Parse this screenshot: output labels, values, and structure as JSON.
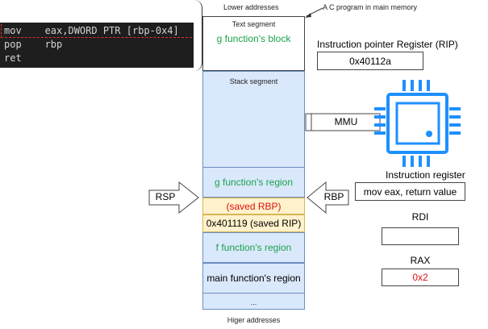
{
  "code_lines": [
    "mov    eax,DWORD PTR [rbp-0x4]",
    "pop    rbp",
    "ret"
  ],
  "labels": {
    "lower_addresses": "Lower addresses",
    "c_program": "A C program in main memory",
    "text_segment": "Text segment",
    "g_block": "g function's block",
    "stack_segment": "Stack segment",
    "higher_addresses": "Higer addresses",
    "ellipsis": "..."
  },
  "stack_regions": {
    "g_region": "g function's region",
    "saved_rbp": "(saved RBP)",
    "saved_rip": "0x401119 (saved RIP)",
    "f_region": "f function's region",
    "main_region": "main function's region"
  },
  "pointers": {
    "rsp": "RSP",
    "rbp": "RBP"
  },
  "mmu": "MMU",
  "registers": {
    "rip_label": "Instruction pointer Register (RIP)",
    "rip_value": "0x40112a",
    "ir_label": "Instruction register",
    "ir_value": "mov  eax, return value",
    "rdi_label": "RDI",
    "rdi_value": "",
    "rax_label": "RAX",
    "rax_value": "0x2"
  },
  "colors": {
    "green_text": "#1aa34a",
    "red_text": "#e01010",
    "chip_blue": "#1e90ff",
    "stack_fill": "#dae8fc",
    "saved_fill": "#fff2cc"
  },
  "icons": {
    "cpu": "cpu-chip-icon"
  }
}
